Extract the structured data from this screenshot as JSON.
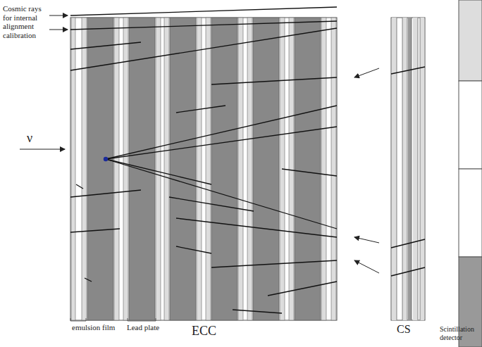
{
  "diagram": {
    "labels": [
      "Cosmic rays for internal alignment calibration",
      "ν",
      "emulsion film",
      "Lead plate",
      "ECC",
      "CS",
      "Scintillation detector"
    ]
  }
}
